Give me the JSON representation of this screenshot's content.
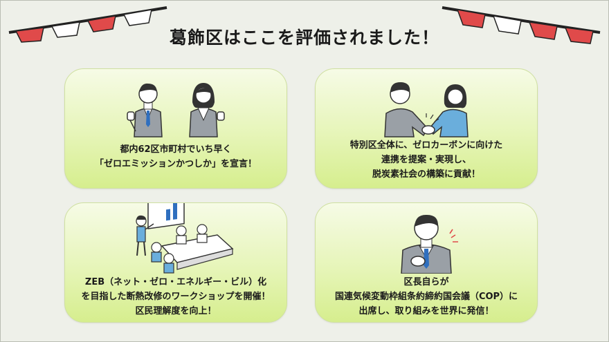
{
  "title": "葛飾区はここを評価されました！",
  "cards": [
    {
      "lines": [
        "都内62区市町村でいち早く",
        "「ゼロエミッションかつしか」を宣言！"
      ]
    },
    {
      "lines": [
        "特別区全体に、ゼロカーボンに向けた",
        "連携を提案・実現し、",
        "脱炭素社会の構築に貢献！"
      ]
    },
    {
      "lines": [
        "ZEB（ネット・ゼロ・エネルギー・ビル）化",
        "を目指した断熱改修のワークショップを開催！",
        "区民理解度を向上！"
      ]
    },
    {
      "lines": [
        "区長自らが",
        "国連気候変動枠組条約締約国会議（COP）に",
        "出席し、取り組みを世界に発信！"
      ]
    }
  ],
  "colors": {
    "flag_red": "#e04a4a",
    "flag_white": "#ffffff",
    "string": "#222222",
    "card_green": "#dff1a6",
    "suit": "#9aa0a6",
    "tie": "#2f6fbf"
  }
}
